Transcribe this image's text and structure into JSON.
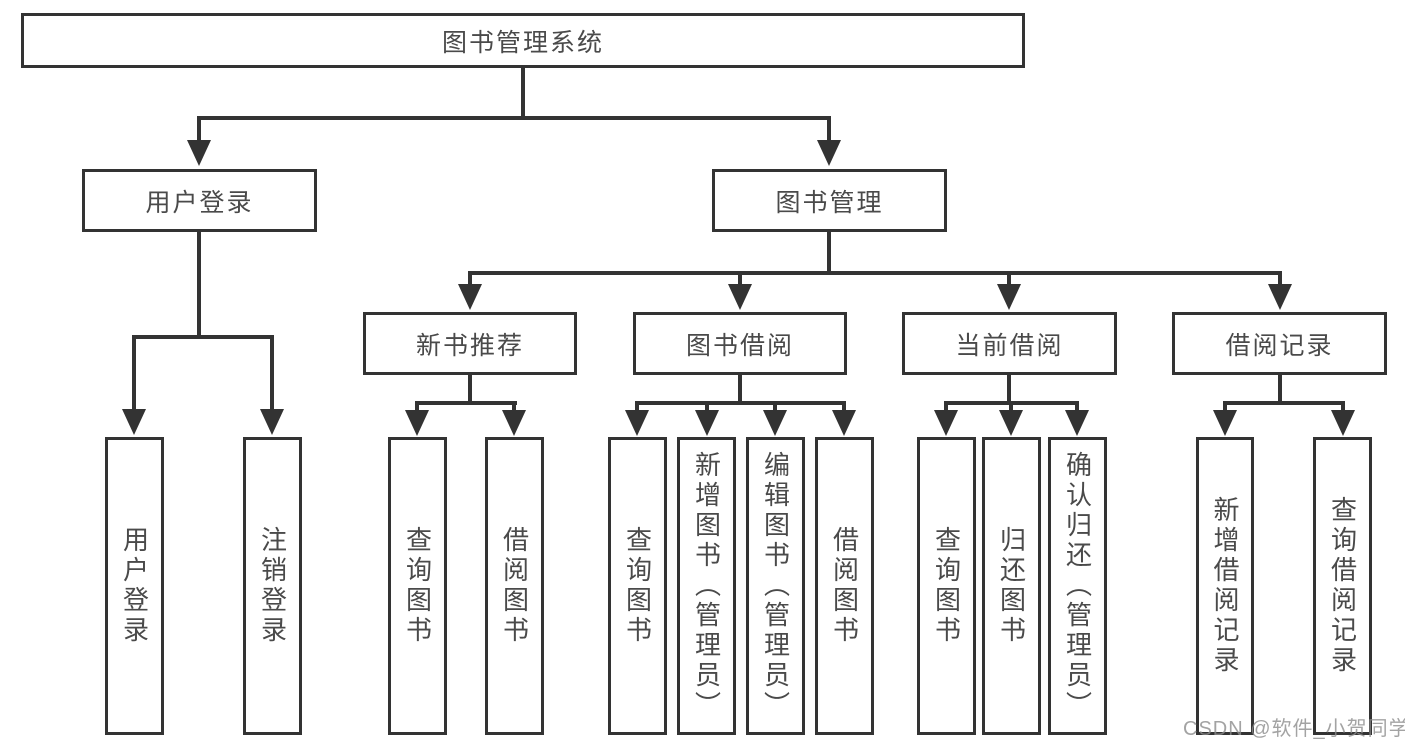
{
  "diagram": {
    "root": {
      "label": "图书管理系统"
    },
    "level2": [
      {
        "label": "用户登录"
      },
      {
        "label": "图书管理"
      }
    ],
    "level3": [
      {
        "label": "新书推荐",
        "parent": "图书管理"
      },
      {
        "label": "图书借阅",
        "parent": "图书管理"
      },
      {
        "label": "当前借阅",
        "parent": "图书管理"
      },
      {
        "label": "借阅记录",
        "parent": "图书管理"
      }
    ],
    "leaves": [
      {
        "label": "用户登录",
        "parent": "用户登录"
      },
      {
        "label": "注销登录",
        "parent": "用户登录"
      },
      {
        "label": "查询图书",
        "parent": "新书推荐"
      },
      {
        "label": "借阅图书",
        "parent": "新书推荐"
      },
      {
        "label": "查询图书",
        "parent": "图书借阅"
      },
      {
        "label": "新增图书（管理员）",
        "parent": "图书借阅"
      },
      {
        "label": "编辑图书（管理员）",
        "parent": "图书借阅"
      },
      {
        "label": "借阅图书",
        "parent": "图书借阅"
      },
      {
        "label": "查询图书",
        "parent": "当前借阅"
      },
      {
        "label": "归还图书",
        "parent": "当前借阅"
      },
      {
        "label": "确认归还（管理员）",
        "parent": "当前借阅"
      },
      {
        "label": "新增借阅记录",
        "parent": "借阅记录"
      },
      {
        "label": "查询借阅记录",
        "parent": "借阅记录"
      }
    ]
  },
  "watermark": {
    "text": "CSDN @软件_小贺同学"
  },
  "colors": {
    "background": "#ffffff",
    "box_border": "#333333",
    "connector_line": "#333333",
    "text": "#4a4a4a",
    "watermark_text": "#8c8c8c"
  }
}
